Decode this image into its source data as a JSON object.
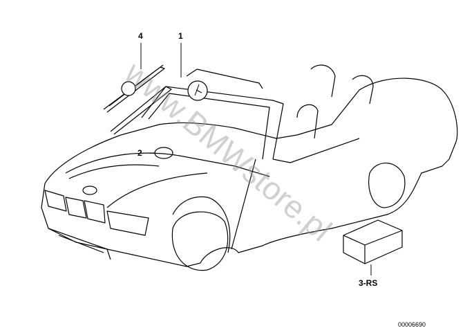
{
  "callouts": [
    {
      "id": "1",
      "label": "1"
    },
    {
      "id": "2",
      "label": "2"
    },
    {
      "id": "3",
      "label": "3-RS"
    },
    {
      "id": "4",
      "label": "4"
    }
  ],
  "diagram_code": "00006690",
  "watermark": "www.BMWstore.pl"
}
